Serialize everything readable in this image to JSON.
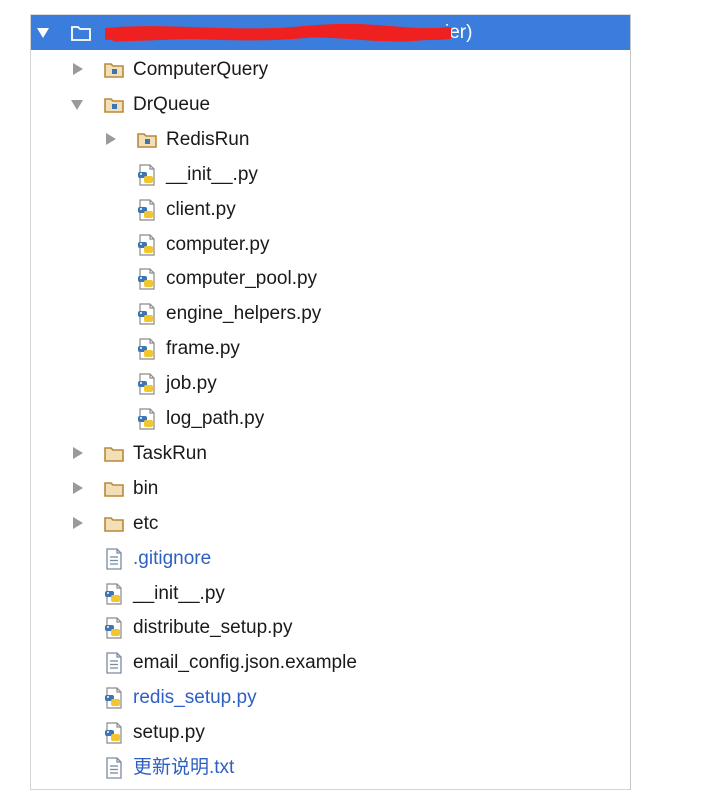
{
  "project_tree": {
    "root": {
      "label": "ier)",
      "expanded": true,
      "selected": true
    },
    "items": [
      {
        "label": "ComputerQuery",
        "type": "package",
        "depth": 1,
        "arrow": "collapsed",
        "status": "normal"
      },
      {
        "label": "DrQueue",
        "type": "package",
        "depth": 1,
        "arrow": "expanded",
        "status": "normal"
      },
      {
        "label": "RedisRun",
        "type": "package",
        "depth": 2,
        "arrow": "collapsed",
        "status": "normal"
      },
      {
        "label": "__init__.py",
        "type": "python",
        "depth": 2,
        "arrow": "none",
        "status": "normal"
      },
      {
        "label": "client.py",
        "type": "python",
        "depth": 2,
        "arrow": "none",
        "status": "normal"
      },
      {
        "label": "computer.py",
        "type": "python",
        "depth": 2,
        "arrow": "none",
        "status": "normal"
      },
      {
        "label": "computer_pool.py",
        "type": "python",
        "depth": 2,
        "arrow": "none",
        "status": "normal"
      },
      {
        "label": "engine_helpers.py",
        "type": "python",
        "depth": 2,
        "arrow": "none",
        "status": "normal"
      },
      {
        "label": "frame.py",
        "type": "python",
        "depth": 2,
        "arrow": "none",
        "status": "normal"
      },
      {
        "label": "job.py",
        "type": "python",
        "depth": 2,
        "arrow": "none",
        "status": "normal"
      },
      {
        "label": "log_path.py",
        "type": "python",
        "depth": 2,
        "arrow": "none",
        "status": "normal"
      },
      {
        "label": "TaskRun",
        "type": "folder",
        "depth": 1,
        "arrow": "collapsed",
        "status": "normal"
      },
      {
        "label": "bin",
        "type": "folder",
        "depth": 1,
        "arrow": "collapsed",
        "status": "normal"
      },
      {
        "label": "etc",
        "type": "folder",
        "depth": 1,
        "arrow": "collapsed",
        "status": "normal"
      },
      {
        "label": ".gitignore",
        "type": "text",
        "depth": 1,
        "arrow": "none",
        "status": "added"
      },
      {
        "label": "__init__.py",
        "type": "python",
        "depth": 1,
        "arrow": "none",
        "status": "normal"
      },
      {
        "label": "distribute_setup.py",
        "type": "python",
        "depth": 1,
        "arrow": "none",
        "status": "normal"
      },
      {
        "label": "email_config.json.example",
        "type": "text",
        "depth": 1,
        "arrow": "none",
        "status": "normal"
      },
      {
        "label": "redis_setup.py",
        "type": "python",
        "depth": 1,
        "arrow": "none",
        "status": "added"
      },
      {
        "label": "setup.py",
        "type": "python",
        "depth": 1,
        "arrow": "none",
        "status": "normal"
      },
      {
        "label": "更新说明.txt",
        "type": "text",
        "depth": 1,
        "arrow": "none",
        "status": "added"
      }
    ]
  },
  "icons": {
    "package": "package-folder-icon",
    "folder": "folder-icon",
    "python": "python-file-icon",
    "text": "text-file-icon",
    "expanded": "chevron-down-icon",
    "collapsed": "chevron-right-icon"
  },
  "colors": {
    "selection": "#3b7ddd",
    "text": "#1a1a1a",
    "vcs_added": "#2e5fc2",
    "arrow": "#9a9a9a",
    "folder_stroke": "#b9883c",
    "folder_fill": "#f3dfb6",
    "python_blue": "#3c75b5",
    "python_yellow": "#f2c630",
    "redaction": "#ee2020"
  }
}
